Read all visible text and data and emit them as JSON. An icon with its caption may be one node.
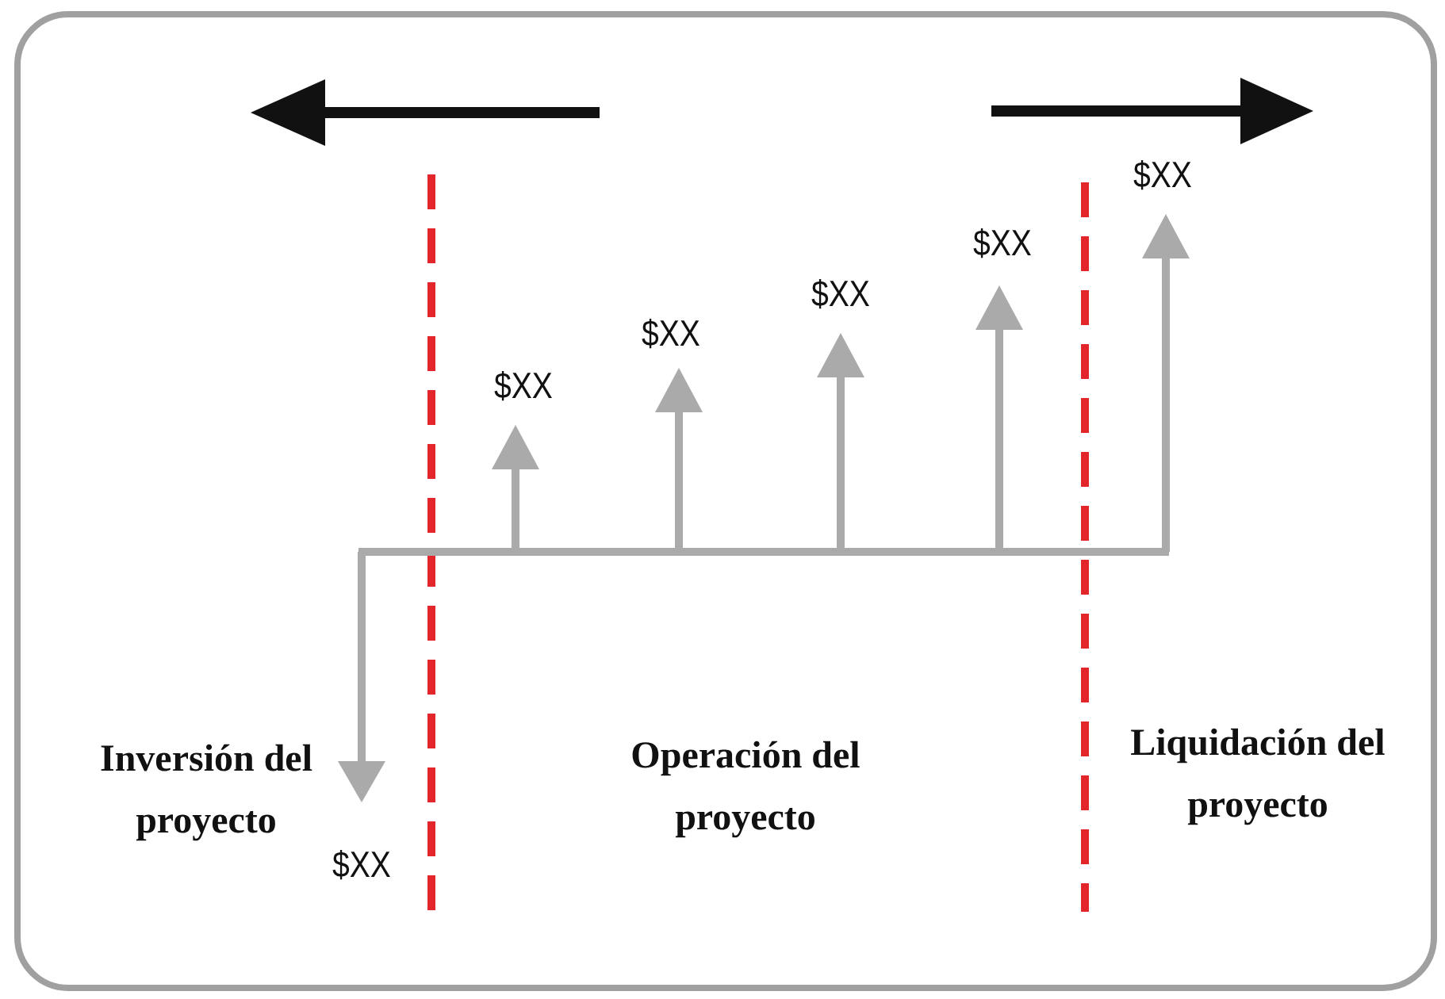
{
  "diagram": {
    "labels": [
      "$XX",
      "$XX",
      "$XX",
      "$XX",
      "$XX",
      "$XX",
      "Inversión del proyecto",
      "Operación del proyecto",
      "Liquidación del proyecto"
    ]
  }
}
